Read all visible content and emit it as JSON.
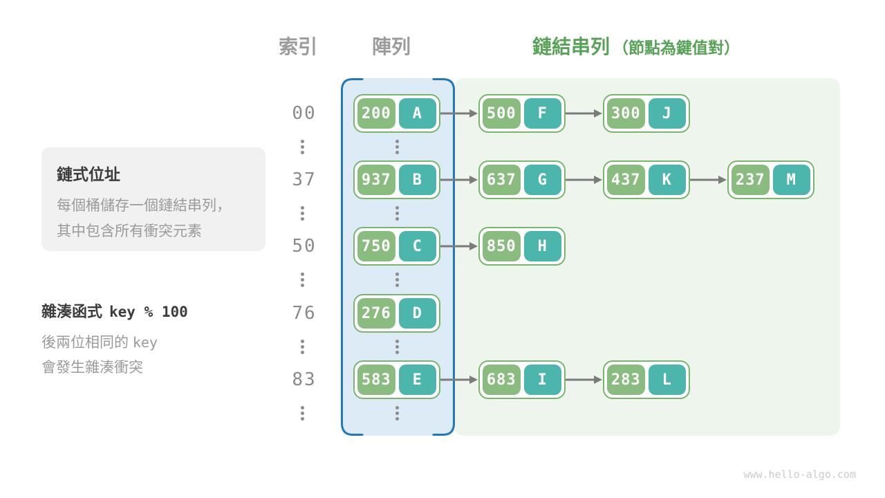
{
  "headers": {
    "index": "索引",
    "array": "陣列",
    "linked_list": "鏈結串列",
    "linked_list_note": "（節點為鍵值對）"
  },
  "info_box": {
    "title": "鏈式位址",
    "line1": "每個桶儲存一個鏈結串列，",
    "line2": "其中包含所有衝突元素"
  },
  "hash_note": {
    "label": "雜湊函式",
    "formula": "key % 100",
    "line1_text": "後兩位相同的",
    "line1_code": "key",
    "line2": "會發生雜湊衝突"
  },
  "rows": [
    {
      "index": "00",
      "nodes": [
        {
          "key": "200",
          "value": "A"
        },
        {
          "key": "500",
          "value": "F"
        },
        {
          "key": "300",
          "value": "J"
        }
      ]
    },
    {
      "index": "37",
      "nodes": [
        {
          "key": "937",
          "value": "B"
        },
        {
          "key": "637",
          "value": "G"
        },
        {
          "key": "437",
          "value": "K"
        },
        {
          "key": "237",
          "value": "M"
        }
      ]
    },
    {
      "index": "50",
      "nodes": [
        {
          "key": "750",
          "value": "C"
        },
        {
          "key": "850",
          "value": "H"
        }
      ]
    },
    {
      "index": "76",
      "nodes": [
        {
          "key": "276",
          "value": "D"
        }
      ]
    },
    {
      "index": "83",
      "nodes": [
        {
          "key": "583",
          "value": "E"
        },
        {
          "key": "683",
          "value": "I"
        },
        {
          "key": "283",
          "value": "L"
        }
      ]
    }
  ],
  "watermark": "www.hello-algo.com",
  "colors": {
    "key_green": "#8abb7f",
    "value_teal": "#4cb6ac",
    "node_border_green": "#79b56c",
    "array_panel_blue_bg": "#dcebf6",
    "array_panel_blue_border": "#2278bd",
    "list_panel_green_bg": "#eef5ec",
    "header_gray": "#9b9b9b",
    "header_green": "#57a257",
    "arrow_gray": "#7b7b7b",
    "info_box_bg": "#f1f1f1",
    "text_dark": "#3c3c3c",
    "text_gray": "#9a9a9a"
  }
}
